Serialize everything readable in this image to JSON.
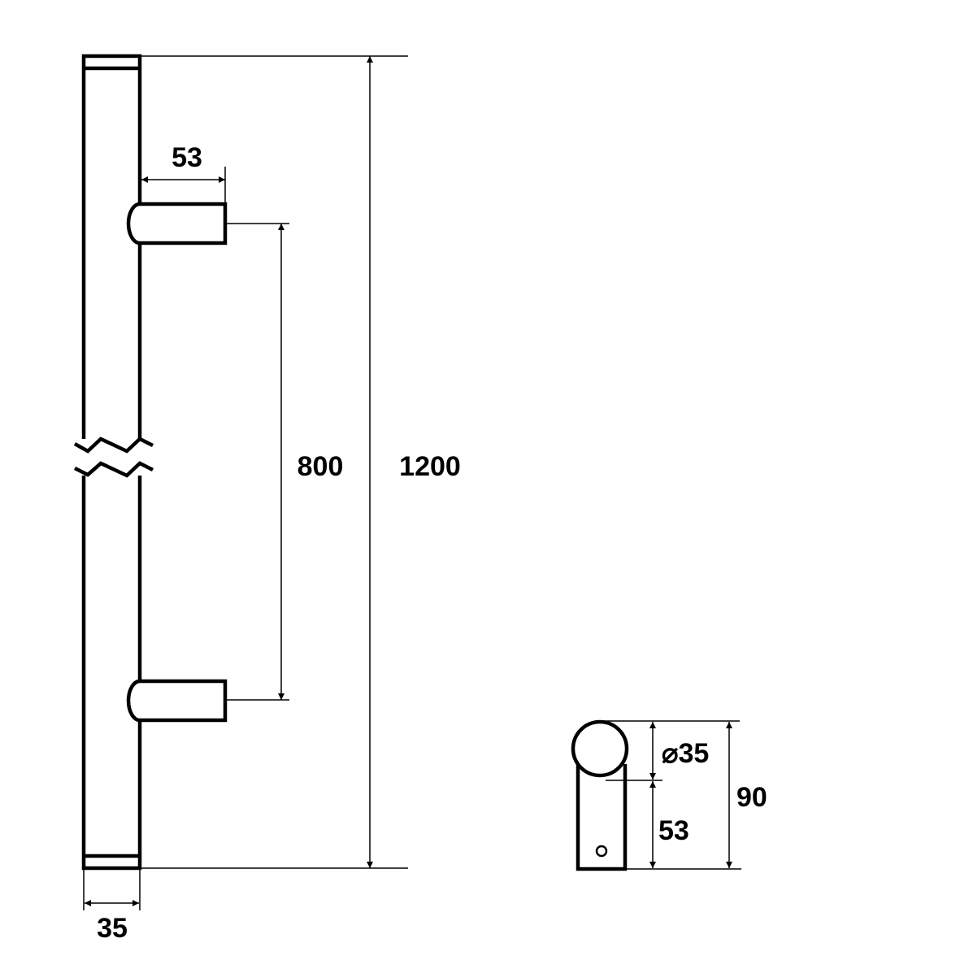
{
  "front_view": {
    "dimensions": {
      "standoff_depth": "53",
      "center_distance": "800",
      "total_length": "1200",
      "bar_diameter": "35"
    }
  },
  "side_view": {
    "dimensions": {
      "diameter": "⌀35",
      "standoff_depth": "53",
      "total_depth": "90"
    }
  },
  "colors": {
    "line": "#000000",
    "background": "#ffffff"
  }
}
